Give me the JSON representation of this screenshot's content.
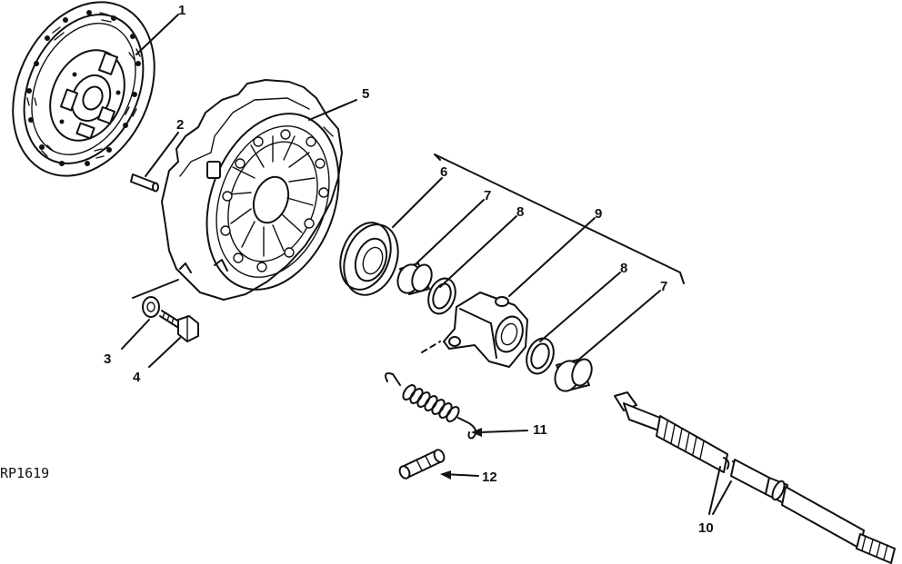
{
  "figure": {
    "reference_code": "RP1619",
    "callouts": [
      {
        "id": "1",
        "text": "1"
      },
      {
        "id": "2",
        "text": "2"
      },
      {
        "id": "3",
        "text": "3"
      },
      {
        "id": "4",
        "text": "4"
      },
      {
        "id": "5",
        "text": "5"
      },
      {
        "id": "6",
        "text": "6"
      },
      {
        "id": "7a",
        "text": "7"
      },
      {
        "id": "8a",
        "text": "8"
      },
      {
        "id": "9",
        "text": "9"
      },
      {
        "id": "8b",
        "text": "8"
      },
      {
        "id": "7b",
        "text": "7"
      },
      {
        "id": "11",
        "text": "11"
      },
      {
        "id": "12",
        "text": "12"
      },
      {
        "id": "10",
        "text": "10"
      }
    ]
  }
}
